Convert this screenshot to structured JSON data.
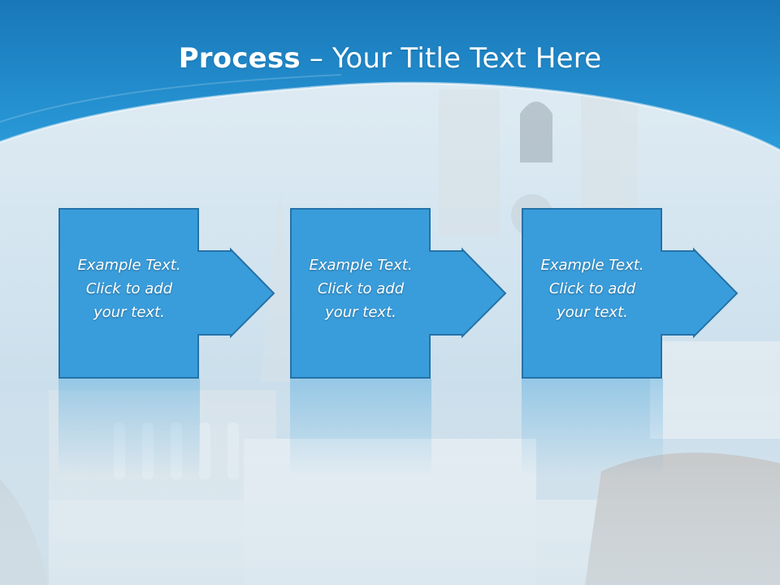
{
  "slide": {
    "title_bold": "Process",
    "title_rest": " – Your Title Text Here"
  },
  "steps": [
    {
      "line1": "Example Text.",
      "line2": "Click  to add",
      "line3": "your text."
    },
    {
      "line1": "Example Text.",
      "line2": "Click  to add",
      "line3": "your text."
    },
    {
      "line1": "Example Text.",
      "line2": "Click  to add",
      "line3": "your text."
    }
  ],
  "colors": {
    "header_blue": "#1f8ccf",
    "step_fill": "#3a9ddb",
    "step_stroke": "#2472a8",
    "text": "#ffffff"
  }
}
